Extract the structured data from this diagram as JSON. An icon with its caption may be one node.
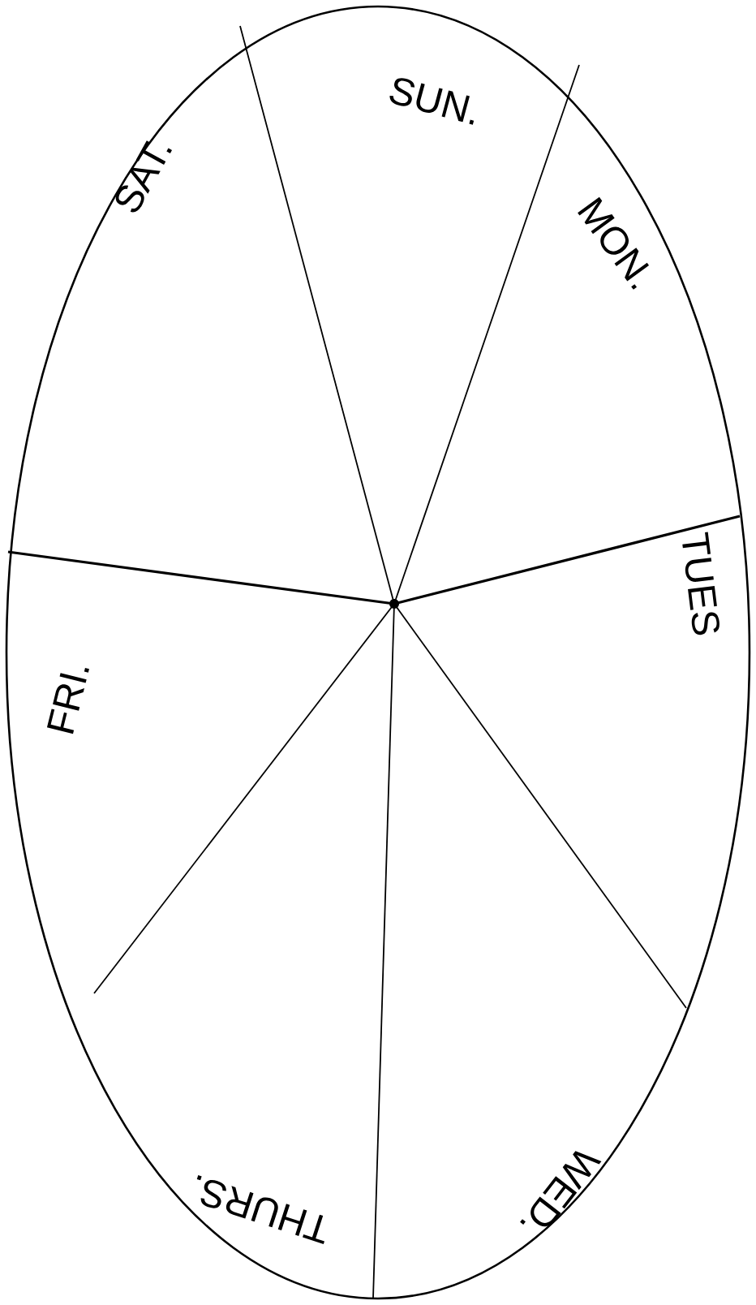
{
  "diagram": {
    "labels": [
      "SUN.",
      "MON.",
      "TUES",
      "WED.",
      "THURS.",
      "FRI.",
      "SAT."
    ]
  }
}
